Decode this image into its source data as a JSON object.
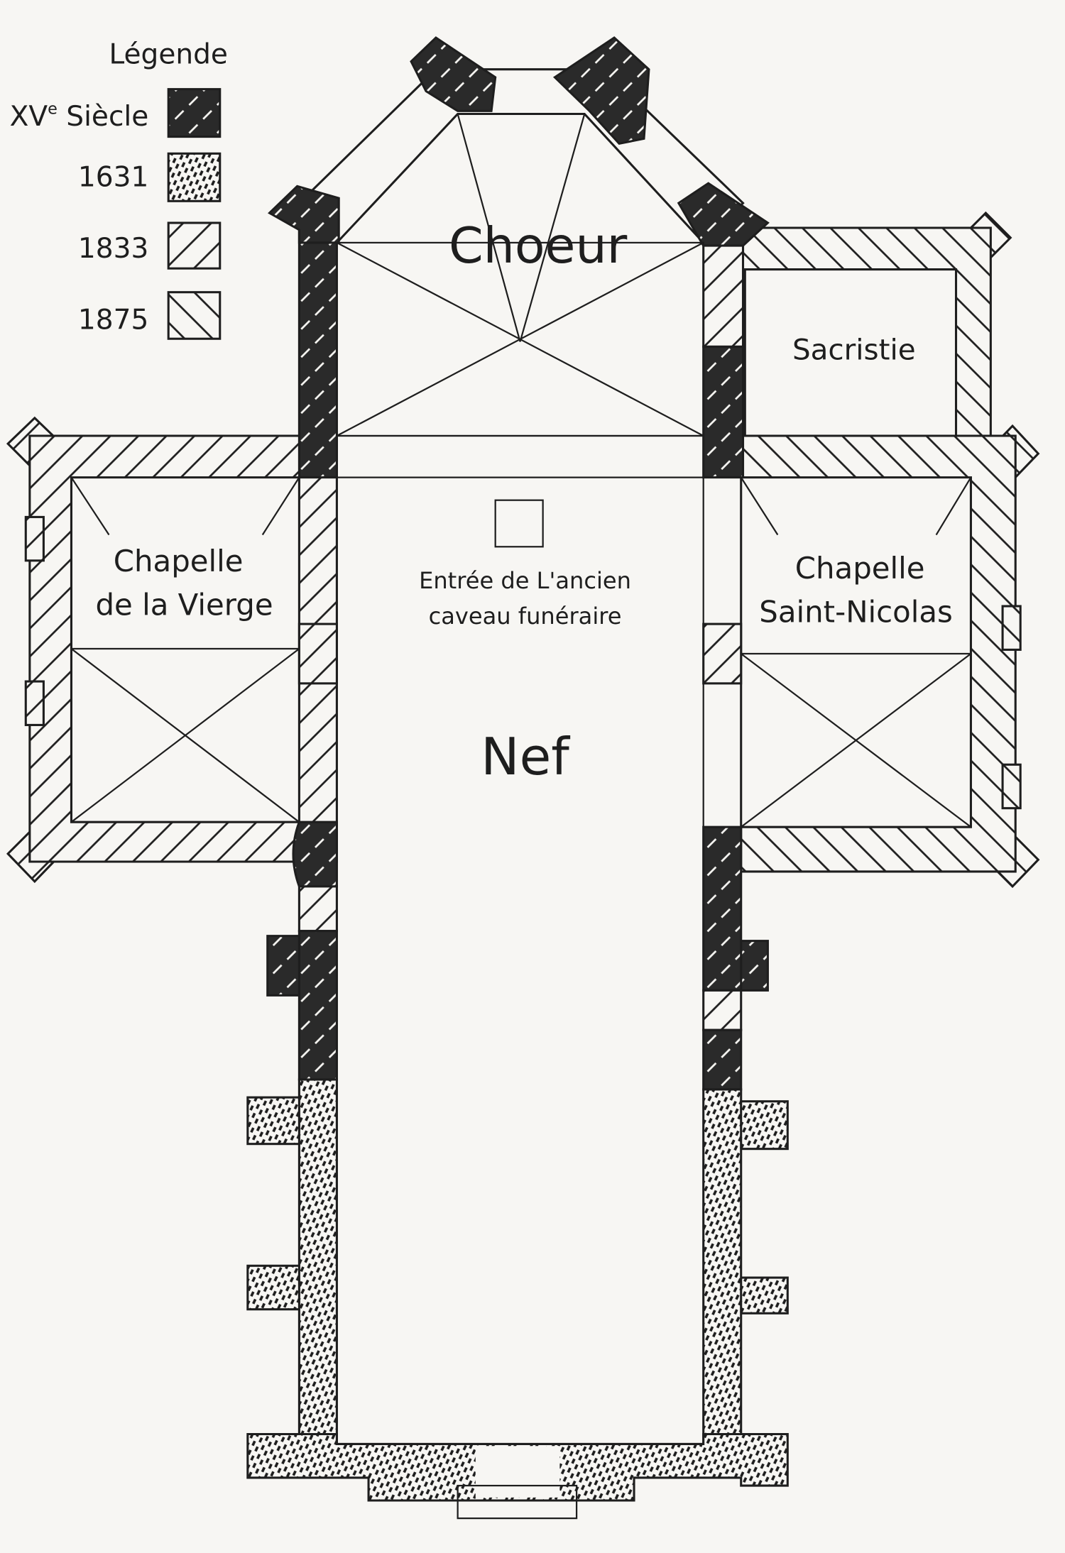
{
  "legend": {
    "title": "Légende",
    "entries": [
      {
        "label_main": "XV",
        "label_sup": "e",
        "label_rest": " Siècle",
        "pattern": "solid-dark-hatch"
      },
      {
        "label": "1631",
        "pattern": "dashes"
      },
      {
        "label": "1833",
        "pattern": "forward-hatch"
      },
      {
        "label": "1875",
        "pattern": "back-hatch"
      }
    ]
  },
  "rooms": {
    "choeur": "Choeur",
    "sacristie": "Sacristie",
    "vierge_line1": "Chapelle",
    "vierge_line2": "de la Vierge",
    "nicolas_line1": "Chapelle",
    "nicolas_line2": "Saint-Nicolas",
    "caveau_line1": "Entrée de L'ancien",
    "caveau_line2": "caveau funéraire",
    "nef": "Nef"
  },
  "colors": {
    "ink": "#1e1e1e",
    "paper": "#f7f6f3",
    "dark_wall": "#2a2a2a"
  }
}
